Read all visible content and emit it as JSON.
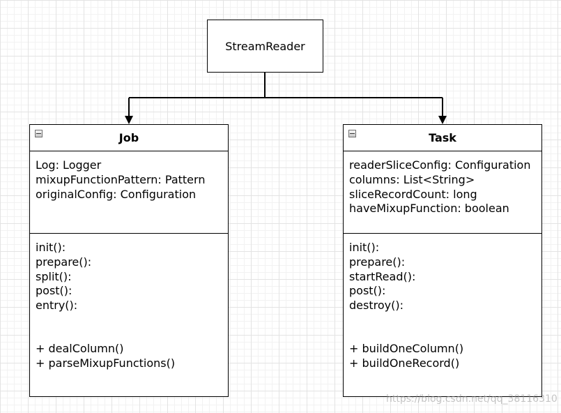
{
  "stream_reader": {
    "label": "StreamReader"
  },
  "job": {
    "name": "Job",
    "attributes": [
      "Log: Logger",
      "mixupFunctionPattern: Pattern",
      "originalConfig: Configuration"
    ],
    "operations": [
      "init():",
      "prepare():",
      "split():",
      "post():",
      "entry():"
    ],
    "private_operations": [
      "+ dealColumn()",
      "+ parseMixupFunctions()"
    ]
  },
  "task": {
    "name": "Task",
    "attributes": [
      "readerSliceConfig: Configuration",
      "columns: List<String>",
      "sliceRecordCount: long",
      "haveMixupFunction: boolean"
    ],
    "operations": [
      "init():",
      "prepare():",
      "startRead():",
      "post():",
      "destroy():"
    ],
    "private_operations": [
      "+ buildOneColumn()",
      "+ buildOneRecord()"
    ]
  },
  "watermark": "https://blog.csdn.net/qq_38116310"
}
